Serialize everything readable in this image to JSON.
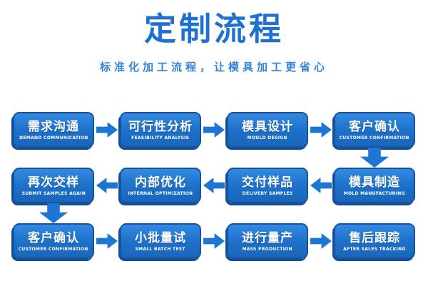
{
  "header": {
    "title": "定制流程",
    "subtitle": "标准化加工流程，让模具加工更省心"
  },
  "flow": {
    "rows": [
      {
        "direction": "right",
        "steps": [
          {
            "zh": "需求沟通",
            "en": "DEMAND COMMUNICATION"
          },
          {
            "zh": "可行性分析",
            "en": "FEASIBILITY ANALYSIS"
          },
          {
            "zh": "模具设计",
            "en": "MOULD DESIGN"
          },
          {
            "zh": "客户确认",
            "en": "CUSTOMER CONFIRMATION"
          }
        ]
      },
      {
        "direction": "left",
        "steps": [
          {
            "zh": "再次交样",
            "en": "SUBMIT SAMPLES AGAIN"
          },
          {
            "zh": "内部优化",
            "en": "INTERNAL OPTIMIZATION"
          },
          {
            "zh": "交付样品",
            "en": "DELIVERY SAMPLES"
          },
          {
            "zh": "模具制造",
            "en": "MOLD MANUFACTURING"
          }
        ]
      },
      {
        "direction": "right",
        "steps": [
          {
            "zh": "客户确认",
            "en": "CUSTOMER CONFIRMATION"
          },
          {
            "zh": "小批量试",
            "en": "SMALL BATCH TEST"
          },
          {
            "zh": "进行量产",
            "en": "MASS PRODUCTION"
          },
          {
            "zh": "售后跟踪",
            "en": "AFTER SALES TRACKING"
          }
        ]
      }
    ]
  },
  "colors": {
    "accent": "#1d76d3",
    "title": "#1e70d2",
    "subtitle": "#3584d9",
    "box-top": "#338ae0",
    "box-bottom": "#1a66bb",
    "box-edge": "#114e97",
    "text-on-box": "#ffffff"
  }
}
